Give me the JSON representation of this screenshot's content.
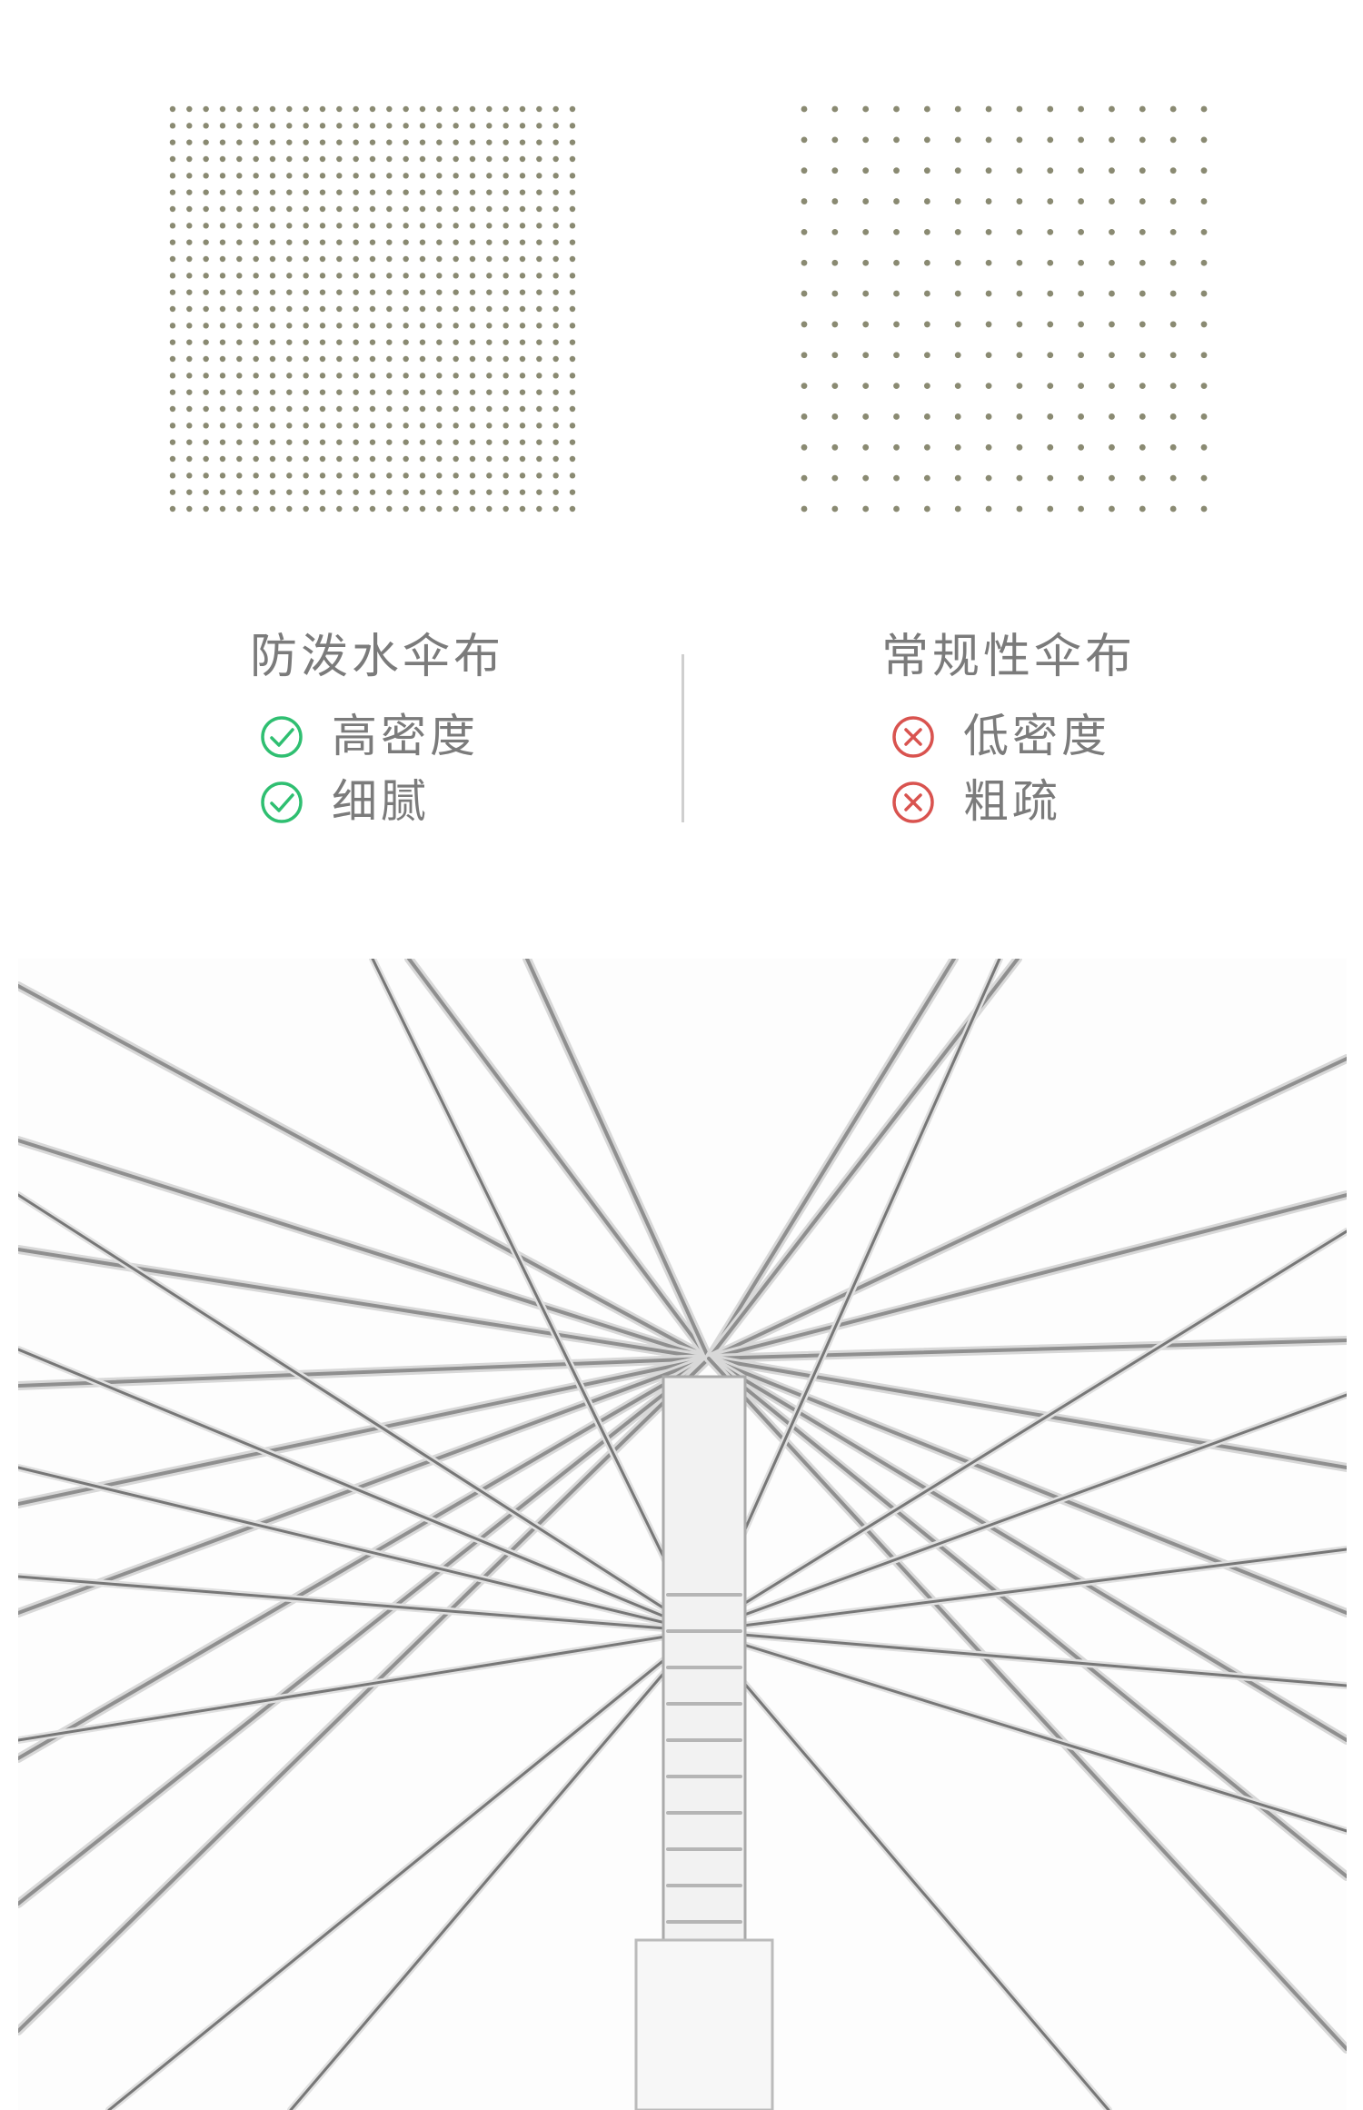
{
  "comparison": {
    "left": {
      "title": "防泼水伞布",
      "items": [
        {
          "label": "高密度",
          "status": "check"
        },
        {
          "label": "细腻",
          "status": "check"
        }
      ]
    },
    "right": {
      "title": "常规性伞布",
      "items": [
        {
          "label": "低密度",
          "status": "cross"
        },
        {
          "label": "粗疏",
          "status": "cross"
        }
      ]
    }
  },
  "colors": {
    "dot": "#8a8a72",
    "check": "#2fbf71",
    "cross": "#d9534f",
    "text": "#7b7b7b"
  },
  "icons": {
    "check": "check-circle-icon",
    "cross": "cross-circle-icon"
  }
}
